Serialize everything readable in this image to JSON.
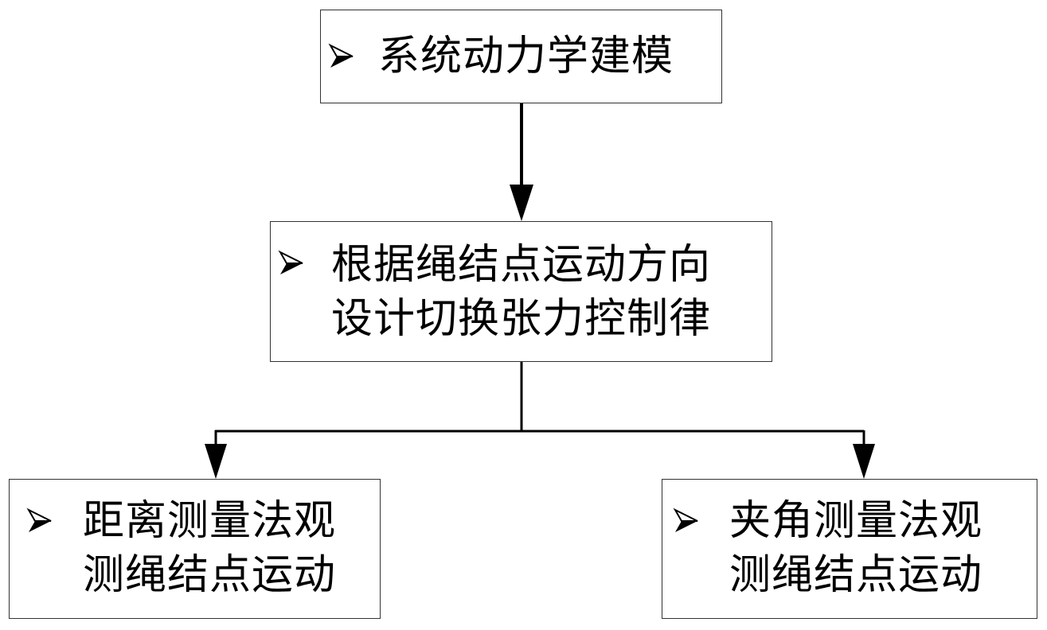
{
  "diagram": {
    "colors": {
      "line": "#000000",
      "border": "#333333",
      "background": "#ffffff"
    },
    "bullet_icon": "arrowhead-bullet-icon",
    "nodes": {
      "top": {
        "lines": [
          "系统动力学建模"
        ]
      },
      "middle": {
        "lines": [
          "根据绳结点运动方向",
          "设计切换张力控制律"
        ]
      },
      "left": {
        "lines": [
          "距离测量法观",
          "测绳结点运动"
        ]
      },
      "right": {
        "lines": [
          "夹角测量法观",
          "测绳结点运动"
        ]
      }
    }
  }
}
